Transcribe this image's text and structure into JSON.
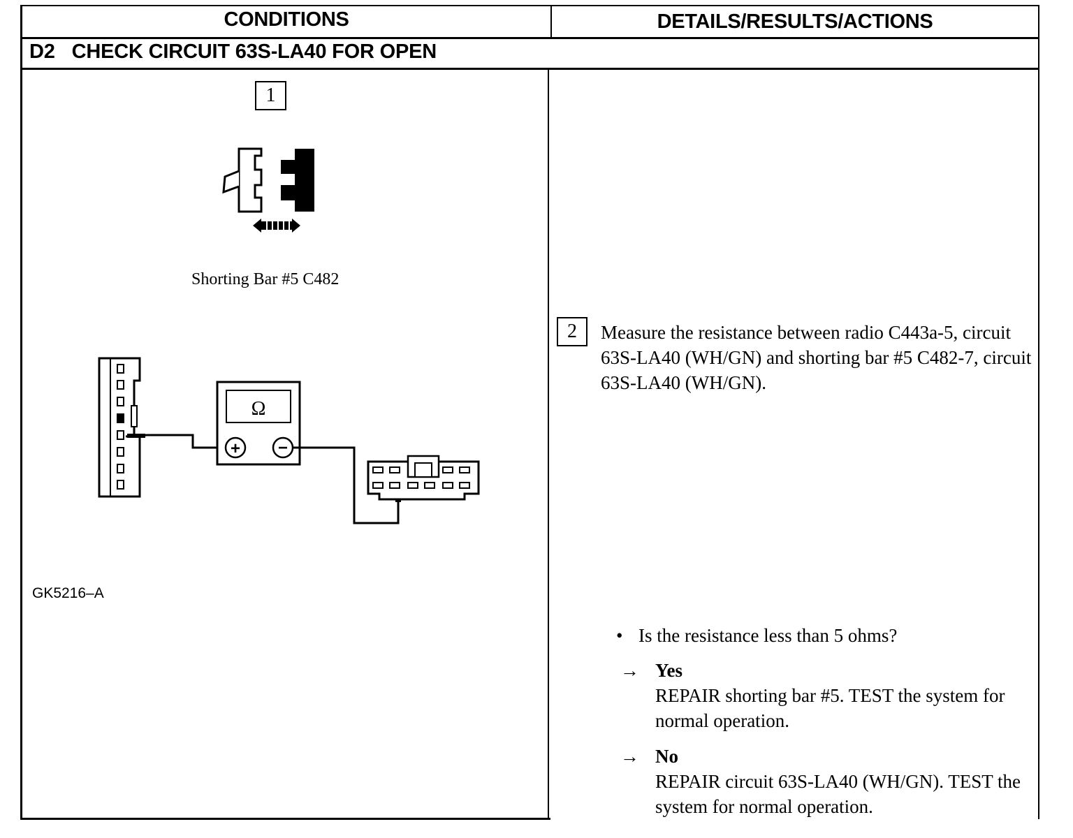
{
  "header": {
    "conditions": "CONDITIONS",
    "details": "DETAILS/RESULTS/ACTIONS"
  },
  "test": {
    "code": "D2",
    "title": "CHECK CIRCUIT 63S-LA40 FOR OPEN"
  },
  "figure": {
    "step1_number": "1",
    "shorting_bar_caption": "Shorting Bar #5 C482",
    "meter_symbol": "Ω",
    "plus_symbol": "+",
    "minus_symbol": "−",
    "figure_id": "GK5216–A"
  },
  "details": {
    "step2_number": "2",
    "measure_text": "Measure the resistance between radio C443a-5, circuit 63S-LA40 (WH/GN) and shorting bar #5 C482-7, circuit 63S-LA40 (WH/GN).",
    "bullet_mark": "•",
    "question": "Is the resistance less than 5 ohms?",
    "arrow_symbol": "→",
    "yes_label": "Yes",
    "yes_action": "REPAIR shorting bar #5. TEST the system for normal operation.",
    "no_label": "No",
    "no_action": "REPAIR circuit 63S-LA40 (WH/GN). TEST the system for normal operation."
  }
}
